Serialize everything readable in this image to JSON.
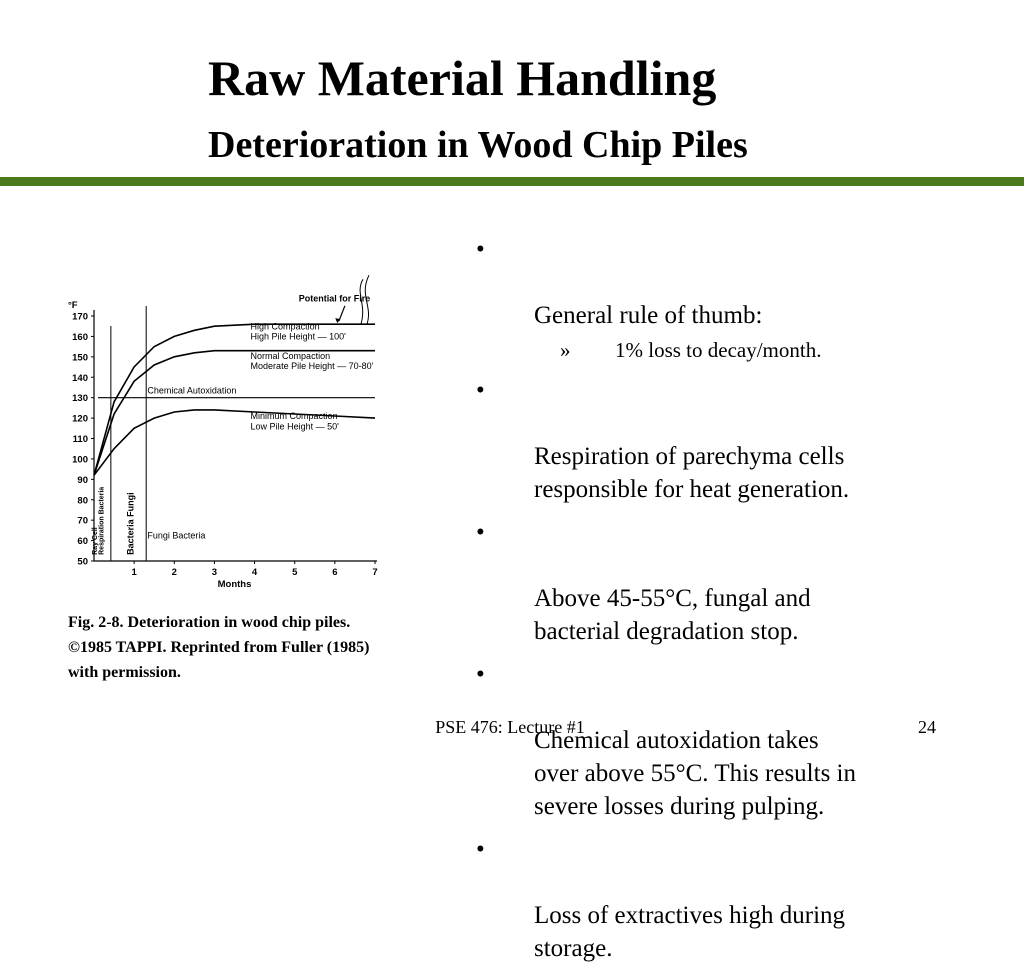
{
  "slide": {
    "title": "Raw Material Handling",
    "subtitle": "Deterioration in Wood Chip Piles",
    "accent_color": "#4a7a1a"
  },
  "figure": {
    "caption_line1": "Fig. 2-8.  Deterioration  in  wood  chip  piles.",
    "caption_line2": "©1985 TAPPI.   Reprinted  from  Fuller  (1985)",
    "caption_line3": "with permission."
  },
  "bullets": [
    {
      "mark": "•",
      "text": "General rule of thumb:"
    },
    {
      "mark": "•",
      "text": "Respiration of parechyma cells\nresponsible for heat generation."
    },
    {
      "mark": "•",
      "text": "Above 45-55°C, fungal and\nbacterial degradation stop."
    },
    {
      "mark": "•",
      "text": "Chemical autoxidation takes\nover above 55°C.  This results in\nsevere losses during pulping."
    },
    {
      "mark": "•",
      "text": "Loss of extractives high during\nstorage."
    }
  ],
  "sub_bullet": {
    "mark": "»",
    "text": "1% loss to decay/month."
  },
  "footer": {
    "text": "PSE 476: Lecture #1",
    "page": "24"
  },
  "chart_data": {
    "type": "line",
    "ylabel": "°F",
    "xlabel": "Months",
    "xlim": [
      0,
      7
    ],
    "ylim": [
      50,
      170
    ],
    "x_ticks": [
      1,
      2,
      3,
      4,
      5,
      6,
      7
    ],
    "y_ticks": [
      50,
      60,
      70,
      80,
      90,
      100,
      110,
      120,
      130,
      140,
      150,
      160,
      170
    ],
    "series": [
      {
        "name": "High Compaction High Pile Height — 100'",
        "x": [
          0,
          0.5,
          1,
          1.5,
          2,
          2.5,
          3,
          4,
          5,
          6,
          7
        ],
        "values": [
          92,
          128,
          145,
          155,
          160,
          163,
          165,
          166,
          166,
          166,
          166
        ]
      },
      {
        "name": "Normal Compaction Moderate Pile Height — 70-80'",
        "x": [
          0,
          0.5,
          1,
          1.5,
          2,
          2.5,
          3,
          4,
          5,
          6,
          7
        ],
        "values": [
          92,
          122,
          138,
          146,
          150,
          152,
          153,
          153,
          153,
          153,
          153
        ]
      },
      {
        "name": "Minimum Compaction Low Pile Height — 50'",
        "x": [
          0,
          0.5,
          1,
          1.5,
          2,
          2.5,
          3,
          4,
          5,
          6,
          7
        ],
        "values": [
          92,
          105,
          115,
          120,
          123,
          124,
          124,
          123,
          122,
          121,
          120
        ]
      },
      {
        "name": "Chemical Autoxidation",
        "x": [
          0.1,
          7
        ],
        "values": [
          130,
          130
        ]
      }
    ],
    "annotations": [
      {
        "text": "Potential for Fire"
      },
      {
        "text": "Ray Cell Respiration Bacteria"
      },
      {
        "text": "Bacteria Fungi"
      },
      {
        "text": "Fungi Bacteria"
      }
    ]
  }
}
